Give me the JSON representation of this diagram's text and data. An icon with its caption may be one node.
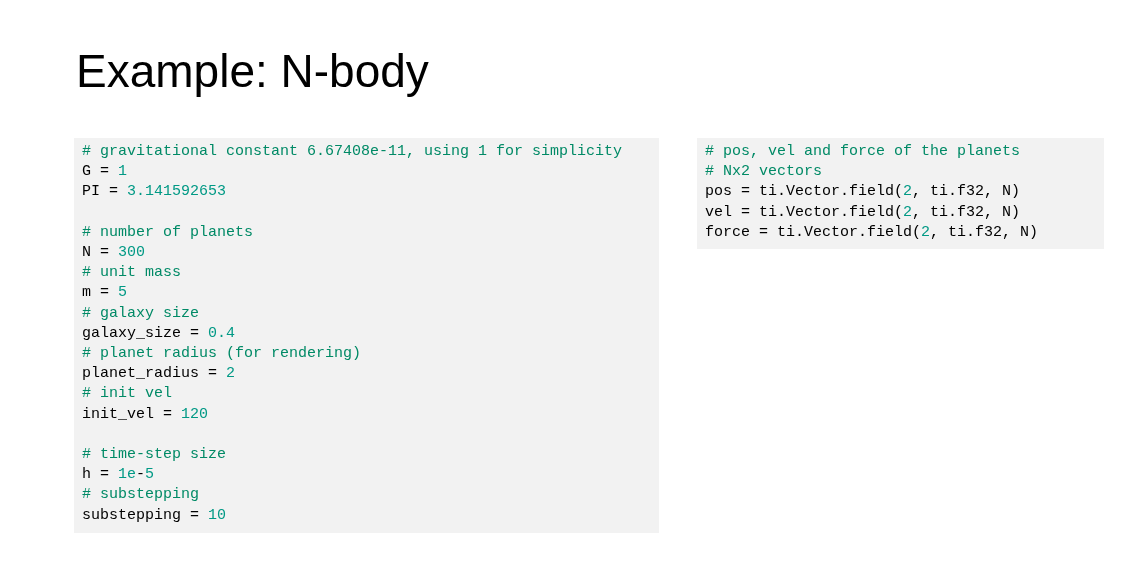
{
  "diagram": {
    "title": "Example: N-body",
    "labels": [
      "# gravitational constant 6.67408e-11, using 1 for simplicity",
      "G = 1",
      "PI = 3.141592653",
      "# number of planets",
      "N = 300",
      "# unit mass",
      "m = 5",
      "# galaxy size",
      "galaxy_size = 0.4",
      "# planet radius (for rendering)",
      "planet_radius = 2",
      "# init vel",
      "init_vel = 120",
      "# time-step size",
      "h = 1e-5",
      "# substepping",
      "substepping = 10",
      "# pos, vel and force of the planets",
      "# Nx2 vectors",
      "pos = ti.Vector.field(2, ti.f32, N)",
      "vel = ti.Vector.field(2, ti.f32, N)",
      "force = ti.Vector.field(2, ti.f32, N)"
    ]
  }
}
